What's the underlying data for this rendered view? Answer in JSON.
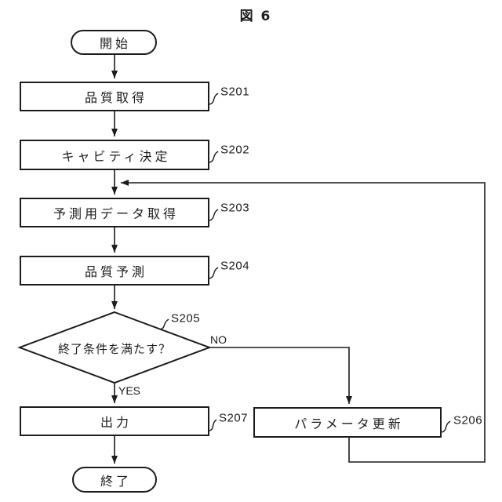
{
  "figure": {
    "title": "図 6"
  },
  "flowchart": {
    "start": {
      "label": "開始"
    },
    "end": {
      "label": "終了"
    },
    "steps": [
      {
        "id": "S201",
        "label": "品質取得",
        "type": "process"
      },
      {
        "id": "S202",
        "label": "キャビティ決定",
        "type": "process"
      },
      {
        "id": "S203",
        "label": "予測用データ取得",
        "type": "process"
      },
      {
        "id": "S204",
        "label": "品質予測",
        "type": "process"
      },
      {
        "id": "S205",
        "label": "終了条件を満たす？",
        "type": "decision"
      },
      {
        "id": "S206",
        "label": "パラメータ更新",
        "type": "process"
      },
      {
        "id": "S207",
        "label": "出力",
        "type": "process"
      }
    ],
    "branch_labels": {
      "yes": "YES",
      "no": "NO"
    }
  },
  "colors": {
    "line": "#1c1c1c",
    "background": "#ffffff",
    "text": "#1c1c1c"
  }
}
